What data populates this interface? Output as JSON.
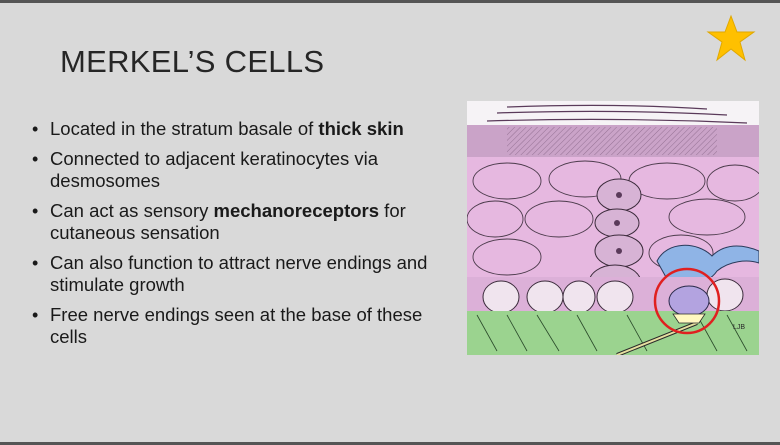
{
  "slide": {
    "title": "MERKEL’S CELLS",
    "bullets": [
      {
        "text": "Located in the stratum basale of ",
        "bold": "thick  skin",
        "after": ""
      },
      {
        "text": "Connected to adjacent keratinocytes  via desmosomes",
        "bold": "",
        "after": ""
      },
      {
        "text": "Can act as sensory ",
        "bold": "mechanoreceptors",
        "after": "  for cutaneous sensation"
      },
      {
        "text": "Can also function to attract nerve endings and stimulate growth",
        "bold": "",
        "after": ""
      },
      {
        "text": "Free nerve endings seen at the base of these cells",
        "bold": "",
        "after": ""
      }
    ],
    "figure_signature": "LJB"
  },
  "colors": {
    "background": "#d9d9d9",
    "star": "#ffc000",
    "cell_pink": "#e6b8e0",
    "dermis_green": "#9bd38f",
    "circle_red": "#e02020",
    "merkel_blue": "#8fb4e6"
  },
  "icons": {
    "star": "star-icon"
  }
}
